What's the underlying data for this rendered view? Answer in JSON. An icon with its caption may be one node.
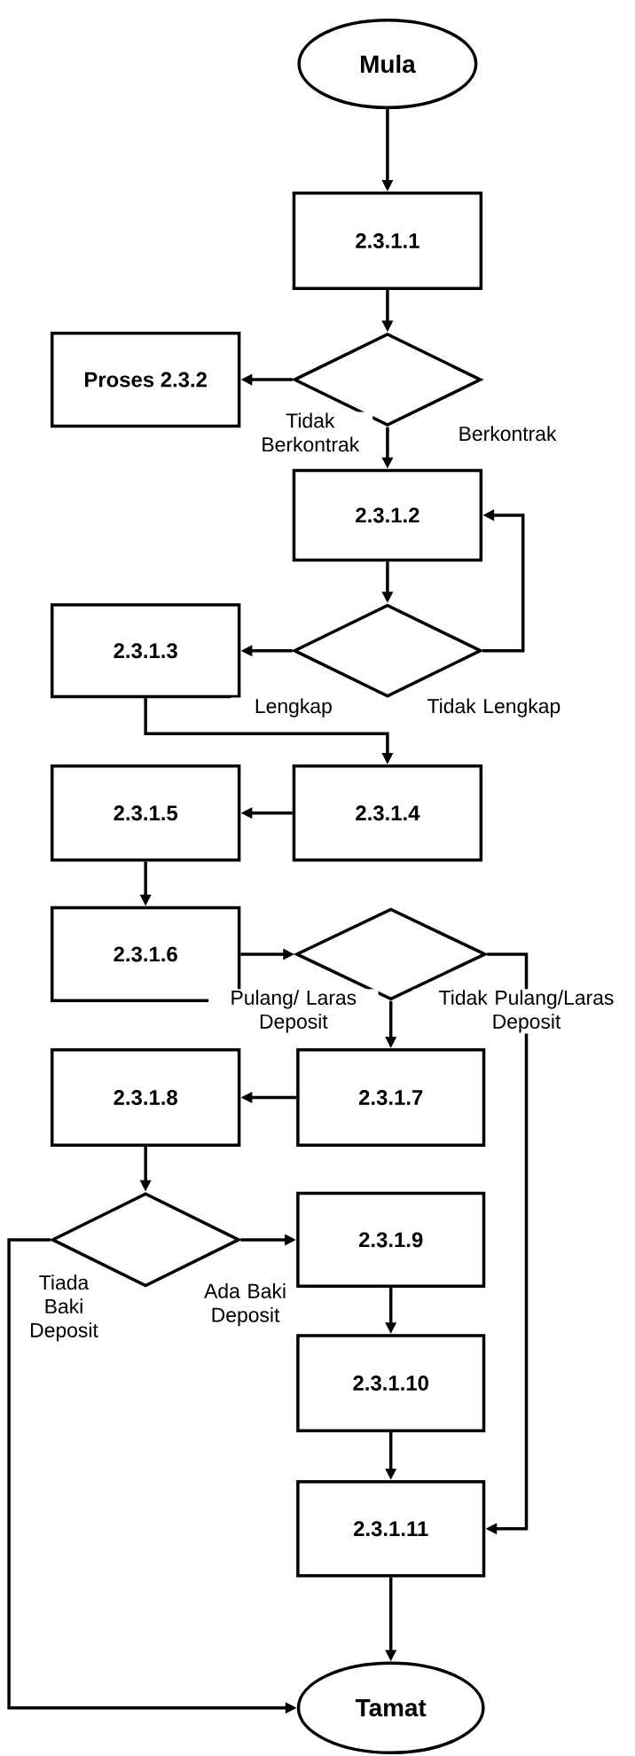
{
  "diagram": {
    "nodes": [
      {
        "text": [
          "Mula"
        ]
      },
      {
        "text": [
          "2.3.1.1"
        ]
      },
      {
        "text": [],
        "shape": "diamond"
      },
      {
        "text": [
          "Proses 2.3.2"
        ]
      },
      {
        "text": [
          "2.3.1.2"
        ]
      },
      {
        "text": [],
        "shape": "diamond"
      },
      {
        "text": [
          "2.3.1.3"
        ]
      },
      {
        "text": [
          "2.3.1.4"
        ]
      },
      {
        "text": [
          "2.3.1.5"
        ]
      },
      {
        "text": [
          "2.3.1.6"
        ]
      },
      {
        "text": [],
        "shape": "diamond"
      },
      {
        "text": [
          "2.3.1.7"
        ]
      },
      {
        "text": [
          "2.3.1.8"
        ]
      },
      {
        "text": [],
        "shape": "diamond"
      },
      {
        "text": [
          "2.3.1.9"
        ]
      },
      {
        "text": [
          "2.3.1.10"
        ]
      },
      {
        "text": [
          "2.3.1.11"
        ]
      },
      {
        "text": [
          "Tamat"
        ]
      }
    ],
    "edges": [
      {
        "from": 0,
        "to": 1,
        "arrow": "to"
      },
      {
        "from": 1,
        "to": 2,
        "arrow": "to"
      },
      {
        "from": 2,
        "to": 3,
        "arrow": "to",
        "label": "Tidak Berkontrak"
      },
      {
        "from": 2,
        "to": 4,
        "arrow": "to",
        "label": "Berkontrak"
      },
      {
        "from": 4,
        "to": 5,
        "arrow": "to"
      },
      {
        "from": 5,
        "to": 6,
        "arrow": "to",
        "label": "Lengkap"
      },
      {
        "from": 5,
        "to": 4,
        "arrow": "to",
        "label": "Tidak Lengkap"
      },
      {
        "from": 6,
        "to": 7,
        "arrow": "to"
      },
      {
        "from": 7,
        "to": 8,
        "arrow": "to"
      },
      {
        "from": 8,
        "to": 9,
        "arrow": "to"
      },
      {
        "from": 9,
        "to": 10,
        "arrow": "to"
      },
      {
        "from": 10,
        "to": 11,
        "arrow": "to",
        "label": "Pulang/ Laras Deposit"
      },
      {
        "from": 10,
        "to": 16,
        "arrow": "to",
        "label": "Tidak Pulang/Laras Deposit"
      },
      {
        "from": 11,
        "to": 12,
        "arrow": "to"
      },
      {
        "from": 12,
        "to": 13,
        "arrow": "to"
      },
      {
        "from": 13,
        "to": 14,
        "arrow": "to",
        "label": "Ada Baki Deposit"
      },
      {
        "from": 13,
        "to": 17,
        "arrow": "to",
        "label": "Tiada Baki Deposit"
      },
      {
        "from": 14,
        "to": 15,
        "arrow": "to"
      },
      {
        "from": 15,
        "to": 16,
        "arrow": "to"
      },
      {
        "from": 16,
        "to": 17,
        "arrow": "to"
      }
    ]
  }
}
